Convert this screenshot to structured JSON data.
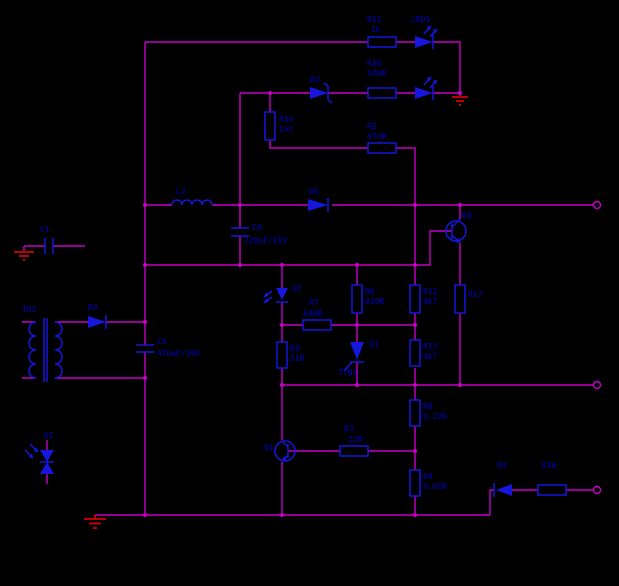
{
  "colors": {
    "background": "#000000",
    "wire": "#c400c4",
    "component": "#1616dc",
    "text": "#0000c8",
    "ground": "#d40000"
  },
  "components": {
    "r11": {
      "label": "R11",
      "value": "1k"
    },
    "led1": {
      "label": "LED1"
    },
    "r16": {
      "label": "R16",
      "value": "470R"
    },
    "d2": {
      "label": "D2"
    },
    "r5": {
      "label": "R5",
      "value": "470R"
    },
    "r15": {
      "label": "R15",
      "value": "1k2"
    },
    "l2": {
      "label": "L2"
    },
    "d5": {
      "label": "D5"
    },
    "c6": {
      "label": "C6",
      "value": "220uF/16V"
    },
    "q4": {
      "label": "Q4"
    },
    "c1": {
      "label": "C1"
    },
    "tr1": {
      "label": "TR1"
    },
    "d4": {
      "label": "D4"
    },
    "c5": {
      "label": "C5",
      "value": "470uF/16V"
    },
    "u2": {
      "label": "U2"
    },
    "r7": {
      "label": "R7",
      "value": "100R"
    },
    "r6": {
      "label": "R6",
      "value": "810R"
    },
    "r12": {
      "label": "R12",
      "value": "4k7"
    },
    "r17": {
      "label": "R17"
    },
    "r9": {
      "label": "R9",
      "value": "51R"
    },
    "d1": {
      "label": "D1",
      "value": "TYN1"
    },
    "r13": {
      "label": "R13",
      "value": "4k7"
    },
    "r8": {
      "label": "R8",
      "value": "0.22R"
    },
    "q1": {
      "label": "Q1"
    },
    "r3": {
      "label": "R3",
      "value": "22R"
    },
    "r4": {
      "label": "R4",
      "value": "0.82R"
    },
    "u1": {
      "label": "U1"
    },
    "d3": {
      "label": "D3"
    },
    "r10": {
      "label": "R10"
    }
  }
}
